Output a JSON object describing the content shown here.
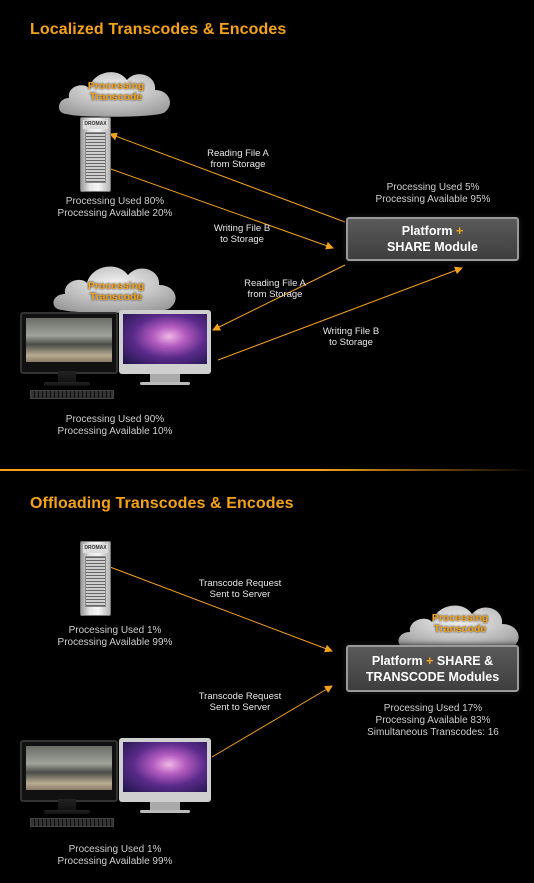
{
  "section1": {
    "title": "Localized Transcodes & Encodes",
    "cloud1": {
      "line1": "Processing",
      "line2": "Transcode"
    },
    "tower_label": "DROMAX",
    "tower_caption": {
      "line1": "Processing Used 80%",
      "line2": "Processing Available 20%"
    },
    "arrow1": {
      "line1": "Reading File A",
      "line2": "from Storage"
    },
    "arrow2": {
      "line1": "Writing File B",
      "line2": "to Storage"
    },
    "platform_caption": {
      "line1": "Processing Used 5%",
      "line2": "Processing Available 95%"
    },
    "platform": {
      "line1": "Platform",
      "plus": "+",
      "line2": "SHARE Module"
    },
    "cloud2": {
      "line1": "Processing",
      "line2": "Transcode"
    },
    "arrow3": {
      "line1": "Reading File A",
      "line2": "from Storage"
    },
    "arrow4": {
      "line1": "Writing File B",
      "line2": "to Storage"
    },
    "workstation_caption": {
      "line1": "Processing Used 90%",
      "line2": "Processing Available 10%"
    }
  },
  "section2": {
    "title": "Offloading Transcodes & Encodes",
    "tower_label": "DROMAX",
    "tower_caption": {
      "line1": "Processing Used 1%",
      "line2": "Processing Available 99%"
    },
    "arrow1": {
      "line1": "Transcode Request",
      "line2": "Sent to Server"
    },
    "arrow2": {
      "line1": "Transcode Request",
      "line2": "Sent to Server"
    },
    "cloud": {
      "line1": "Processing",
      "line2": "Transcode"
    },
    "platform": {
      "line1a": "Platform",
      "plus": "+",
      "line1b": "SHARE &",
      "line2": "TRANSCODE Modules"
    },
    "platform_caption": {
      "line1": "Processing Used 17%",
      "line2": "Processing Available 83%",
      "line3": "Simultaneous Transcodes: 16"
    },
    "workstation_caption": {
      "line1": "Processing Used 1%",
      "line2": "Processing Available 99%"
    }
  },
  "colors": {
    "accent": "#f5a21b",
    "background": "#000000",
    "box": "#4a4a4a"
  }
}
